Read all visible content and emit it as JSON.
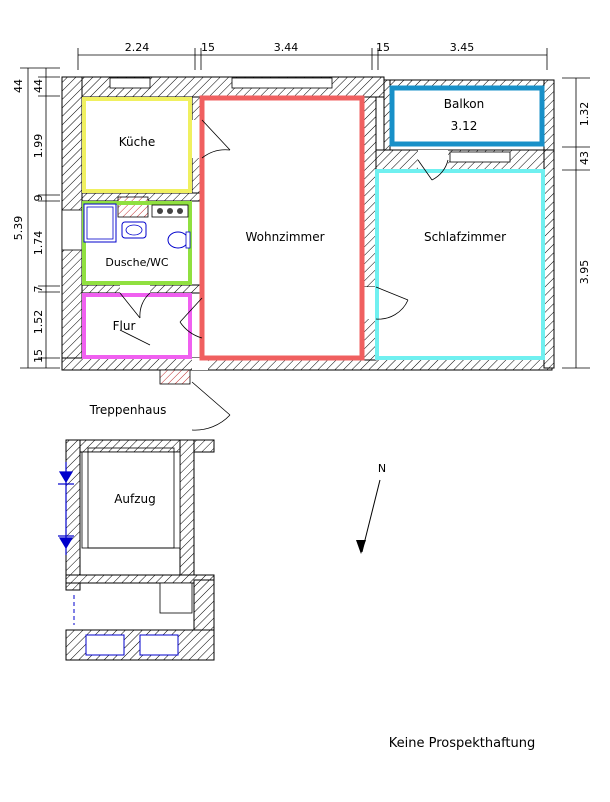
{
  "rooms": {
    "kueche": "Küche",
    "wohnzimmer": "Wohnzimmer",
    "schlafzimmer": "Schlafzimmer",
    "balkon": "Balkon",
    "balkon_area": "3.12",
    "dusche": "Dusche/WC",
    "flur": "Flur",
    "treppenhaus": "Treppenhaus",
    "aufzug": "Aufzug"
  },
  "dimensions": {
    "top": [
      "2.24",
      "15",
      "3.44",
      "15",
      "3.45"
    ],
    "left_outer": "5.39",
    "left_inner": [
      "44",
      "44",
      "1.99",
      "9",
      "1.74",
      "7",
      "1.52",
      "15"
    ],
    "right": [
      "1.32",
      "43",
      "3.95"
    ]
  },
  "north": "N",
  "disclaimer": "Keine Prospekthaftung",
  "colors": {
    "kueche": "#f0f060",
    "wohnzimmer": "#f06060",
    "schlafzimmer": "#70f0f0",
    "balkon": "#1890c8",
    "dusche": "#90e040",
    "flur": "#f060f0",
    "fixtures": "#0000cc"
  }
}
